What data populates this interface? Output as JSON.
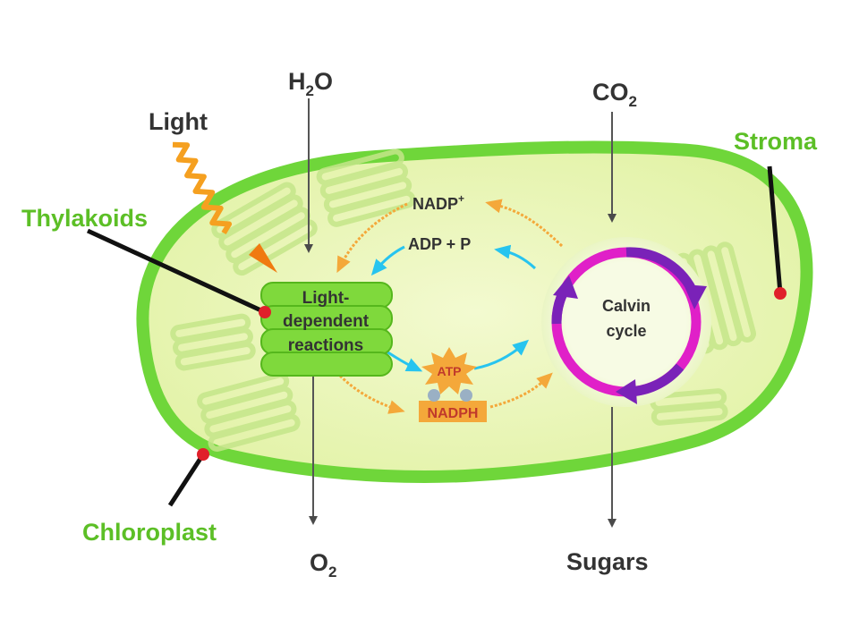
{
  "labels": {
    "water": {
      "main": "H",
      "sub": "2",
      "tail": "O"
    },
    "co2": {
      "main": "CO",
      "sub": "2"
    },
    "o2": {
      "main": "O",
      "sub": "2"
    },
    "sugars": "Sugars",
    "light": "Light",
    "stroma": "Stroma",
    "thylakoids": "Thylakoids",
    "chloroplast": "Chloroplast",
    "nadp": {
      "main": "NADP",
      "sup": "+"
    },
    "adp": "ADP + P",
    "light_reactions": [
      "Light-",
      "dependent",
      "reactions"
    ],
    "calvin": [
      "Calvin",
      "cycle"
    ],
    "atp": "ATP",
    "nadph": "NADPH"
  },
  "colors": {
    "membrane": "#6fd63a",
    "stroma_fill": "#eaf5b8",
    "label_green": "#5cbf26",
    "text_dark": "#333333",
    "orange_arrow": "#f4a83a",
    "blue_arrow": "#27c4ef",
    "cycle_magenta": "#e020c8",
    "cycle_purple": "#7a22b8",
    "pointer_dot": "#e0202a",
    "light_wave": "#f5a020"
  }
}
